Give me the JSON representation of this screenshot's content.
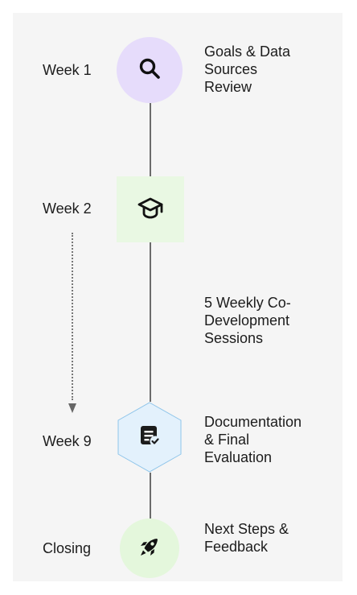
{
  "steps": [
    {
      "label": "Week 1",
      "description": "Goals & Data\nSources\nReview",
      "icon": "search-icon"
    },
    {
      "label": "Week 2",
      "description": "",
      "icon": "graduation-cap-icon"
    },
    {
      "label": "",
      "description": "5 Weekly Co-\nDevelopment\nSessions",
      "icon": ""
    },
    {
      "label": "Week 9",
      "description": "Documentation\n& Final\nEvaluation",
      "icon": "document-check-icon"
    },
    {
      "label": "Closing",
      "description": "Next Steps &\nFeedback",
      "icon": "rocket-icon"
    }
  ],
  "colors": {
    "node_week1": "#e6dcfb",
    "node_week2": "#e9f8e3",
    "node_week9": "#e3f1fc",
    "node_closing": "#e4f7dc",
    "connector": "#6b6b6b"
  }
}
